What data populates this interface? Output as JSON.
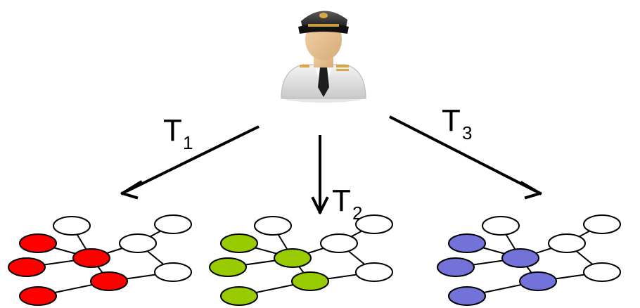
{
  "icons": {
    "pilot": "pilot-avatar-icon"
  },
  "transitions": [
    {
      "letter": "T",
      "index": "1",
      "color": "#ff0000"
    },
    {
      "letter": "T",
      "index": "2",
      "color": "#99cc00"
    },
    {
      "letter": "T",
      "index": "3",
      "color": "#7272d8"
    }
  ],
  "graph": {
    "nodes": [
      {
        "id": "n0",
        "colored": false
      },
      {
        "id": "n1",
        "colored": false
      },
      {
        "id": "n2",
        "colored": true
      },
      {
        "id": "n3",
        "colored": false
      },
      {
        "id": "n4",
        "colored": true
      },
      {
        "id": "n5",
        "colored": true
      },
      {
        "id": "n6",
        "colored": false
      },
      {
        "id": "n7",
        "colored": true
      },
      {
        "id": "n8",
        "colored": true
      }
    ],
    "edges": [
      [
        "n0",
        "n4"
      ],
      [
        "n2",
        "n4"
      ],
      [
        "n4",
        "n3"
      ],
      [
        "n3",
        "n1"
      ],
      [
        "n3",
        "n6"
      ],
      [
        "n5",
        "n4"
      ],
      [
        "n4",
        "n7"
      ],
      [
        "n7",
        "n8"
      ],
      [
        "n7",
        "n6"
      ]
    ]
  }
}
